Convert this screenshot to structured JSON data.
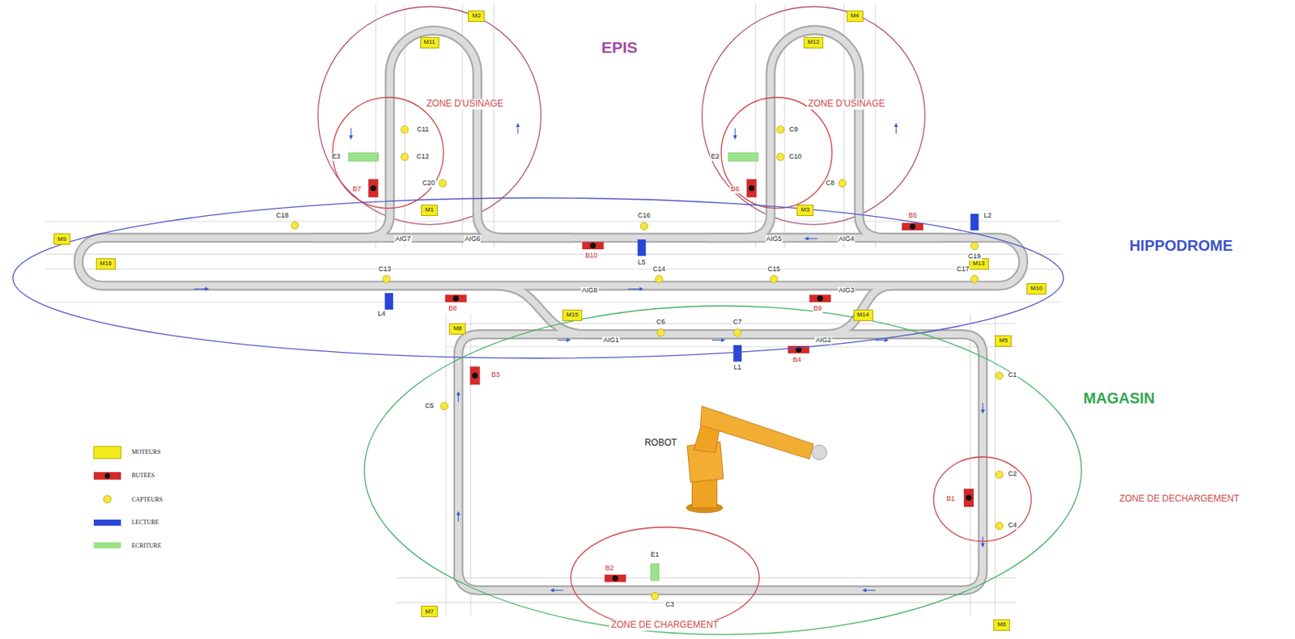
{
  "diagram": {
    "nodes": [
      {
        "text": [
          "M2"
        ]
      },
      {
        "text": [
          "M4"
        ]
      },
      {
        "text": [
          "M11"
        ]
      },
      {
        "text": [
          "M12"
        ]
      },
      {
        "text": [
          "ZONE D'USINAGE"
        ]
      },
      {
        "text": [
          "ZONE D'USINAGE"
        ]
      },
      {
        "text": [
          "M1"
        ]
      },
      {
        "text": [
          "M3"
        ]
      },
      {
        "text": [
          "HIPPODROME"
        ]
      },
      {
        "text": [
          "M9"
        ]
      },
      {
        "text": [
          "M16"
        ]
      },
      {
        "text": [
          "M13"
        ]
      },
      {
        "text": [
          "M10"
        ]
      },
      {
        "text": [
          "M15"
        ]
      },
      {
        "text": [
          "M14"
        ]
      },
      {
        "text": [
          "M8"
        ]
      },
      {
        "text": [
          "M5"
        ]
      },
      {
        "text": [
          "MAGASIN"
        ]
      },
      {
        "text": [
          "ZONE DE DECHARGEMENT"
        ],
        "in": 17
      },
      {
        "text": [
          "M7"
        ]
      },
      {
        "text": [
          "M6"
        ]
      },
      {
        "text": [
          "ZONE DE CHARGEMENT"
        ],
        "in": 17
      }
    ],
    "labels": [
      "EPIS",
      "C11",
      "C12",
      "C20",
      "C9",
      "C10",
      "C8",
      "E3",
      "E2",
      "B7",
      "B6",
      "C18",
      "AIG7",
      "AIG6",
      "C16",
      "B10",
      "L5",
      "AIG5",
      "AIG4",
      "B5",
      "L2",
      "C19",
      "C13",
      "C14",
      "C15",
      "C17",
      "AIG8",
      "AIG3",
      "L4",
      "B8",
      "B9",
      "C6",
      "C7",
      "AIG1",
      "AIG2",
      "L1",
      "B4",
      "B3",
      "C1",
      "C5",
      "ROBOT",
      "C2",
      "B1",
      "C4",
      "E1",
      "B2",
      "C3"
    ],
    "legend": [
      {
        "text": "MOTEURS",
        "color": "#f4ec1a"
      },
      {
        "text": "BUTEES",
        "color": "#d42a2a"
      },
      {
        "text": "CAPTEURS",
        "color": "#f5e642"
      },
      {
        "text": "LECTURE",
        "color": "#2a46d8"
      },
      {
        "text": "ECRITURE",
        "color": "#9be38a"
      }
    ]
  }
}
